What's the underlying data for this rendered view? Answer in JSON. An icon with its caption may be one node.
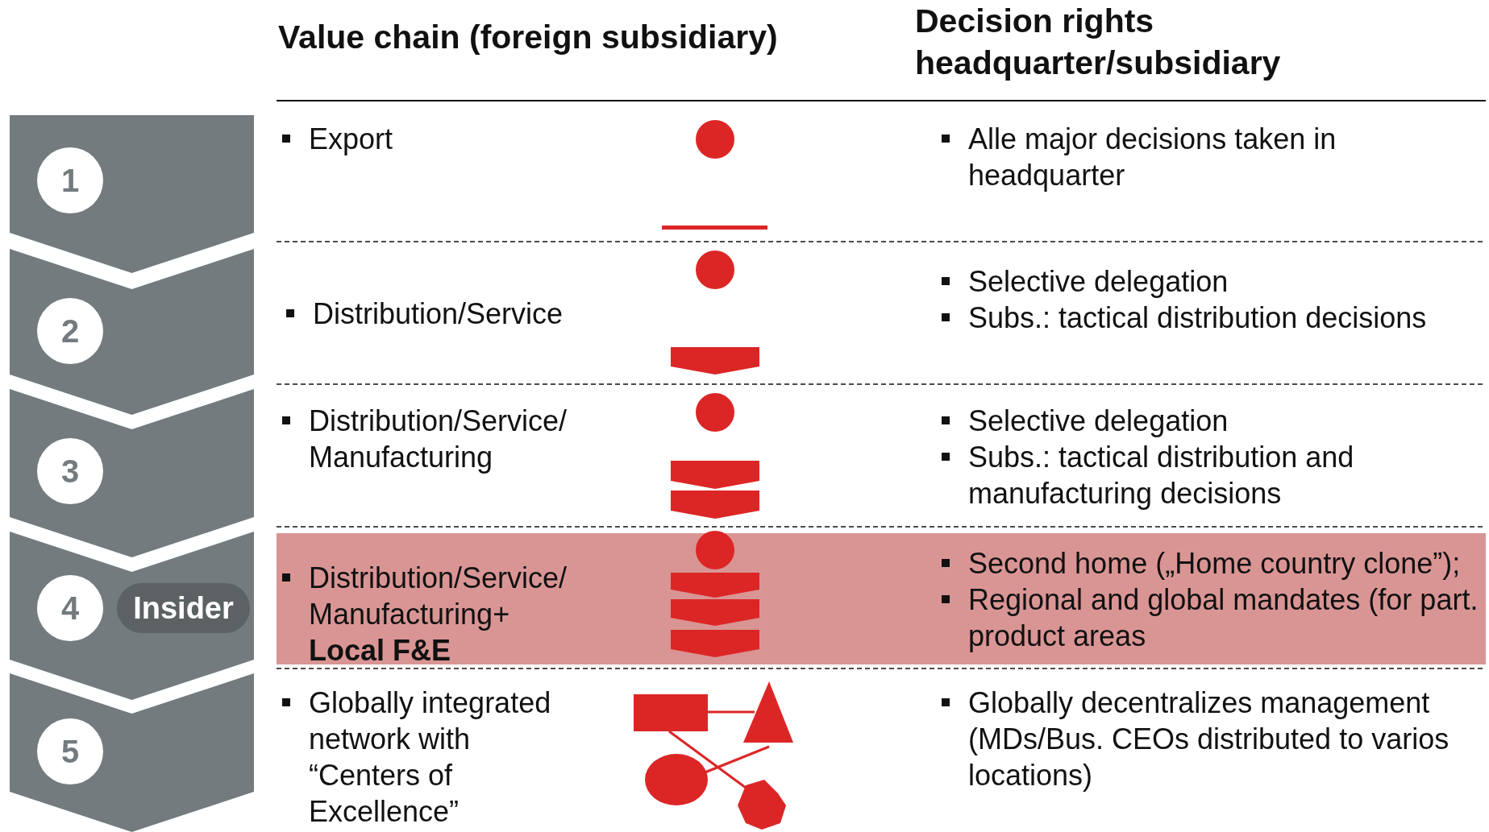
{
  "diagram": {
    "nodes": [
      {
        "text": [
          "1"
        ]
      },
      {
        "text": [
          "2"
        ]
      },
      {
        "text": [
          "3"
        ]
      },
      {
        "text": [
          "4"
        ]
      },
      {
        "text": [
          "5"
        ]
      },
      {
        "text": [
          "Insider"
        ],
        "in": 3
      }
    ],
    "edges": [],
    "labels": [
      "Value chain (foreign subsidiary)",
      "Decision rights headquarter/subsidiary",
      "Export",
      "Alle major decisions taken in headquarter",
      "Distribution/Service",
      "Selective delegation",
      "Subs.: tactical distribution decisions",
      "Distribution/Service/ Manufacturing",
      "Selective delegation",
      "Subs.: tactical distribution and manufacturing decisions",
      "Distribution/Service/ Manufacturing+ **Local F&E**",
      "Second home („Home country clone”);",
      "Regional and global mandates (for part. product areas",
      "Globally integrated network with “Centers of Excellence”",
      "Globally decentralizes management (MDs/Bus. CEOs distributed to varios locations)"
    ]
  }
}
